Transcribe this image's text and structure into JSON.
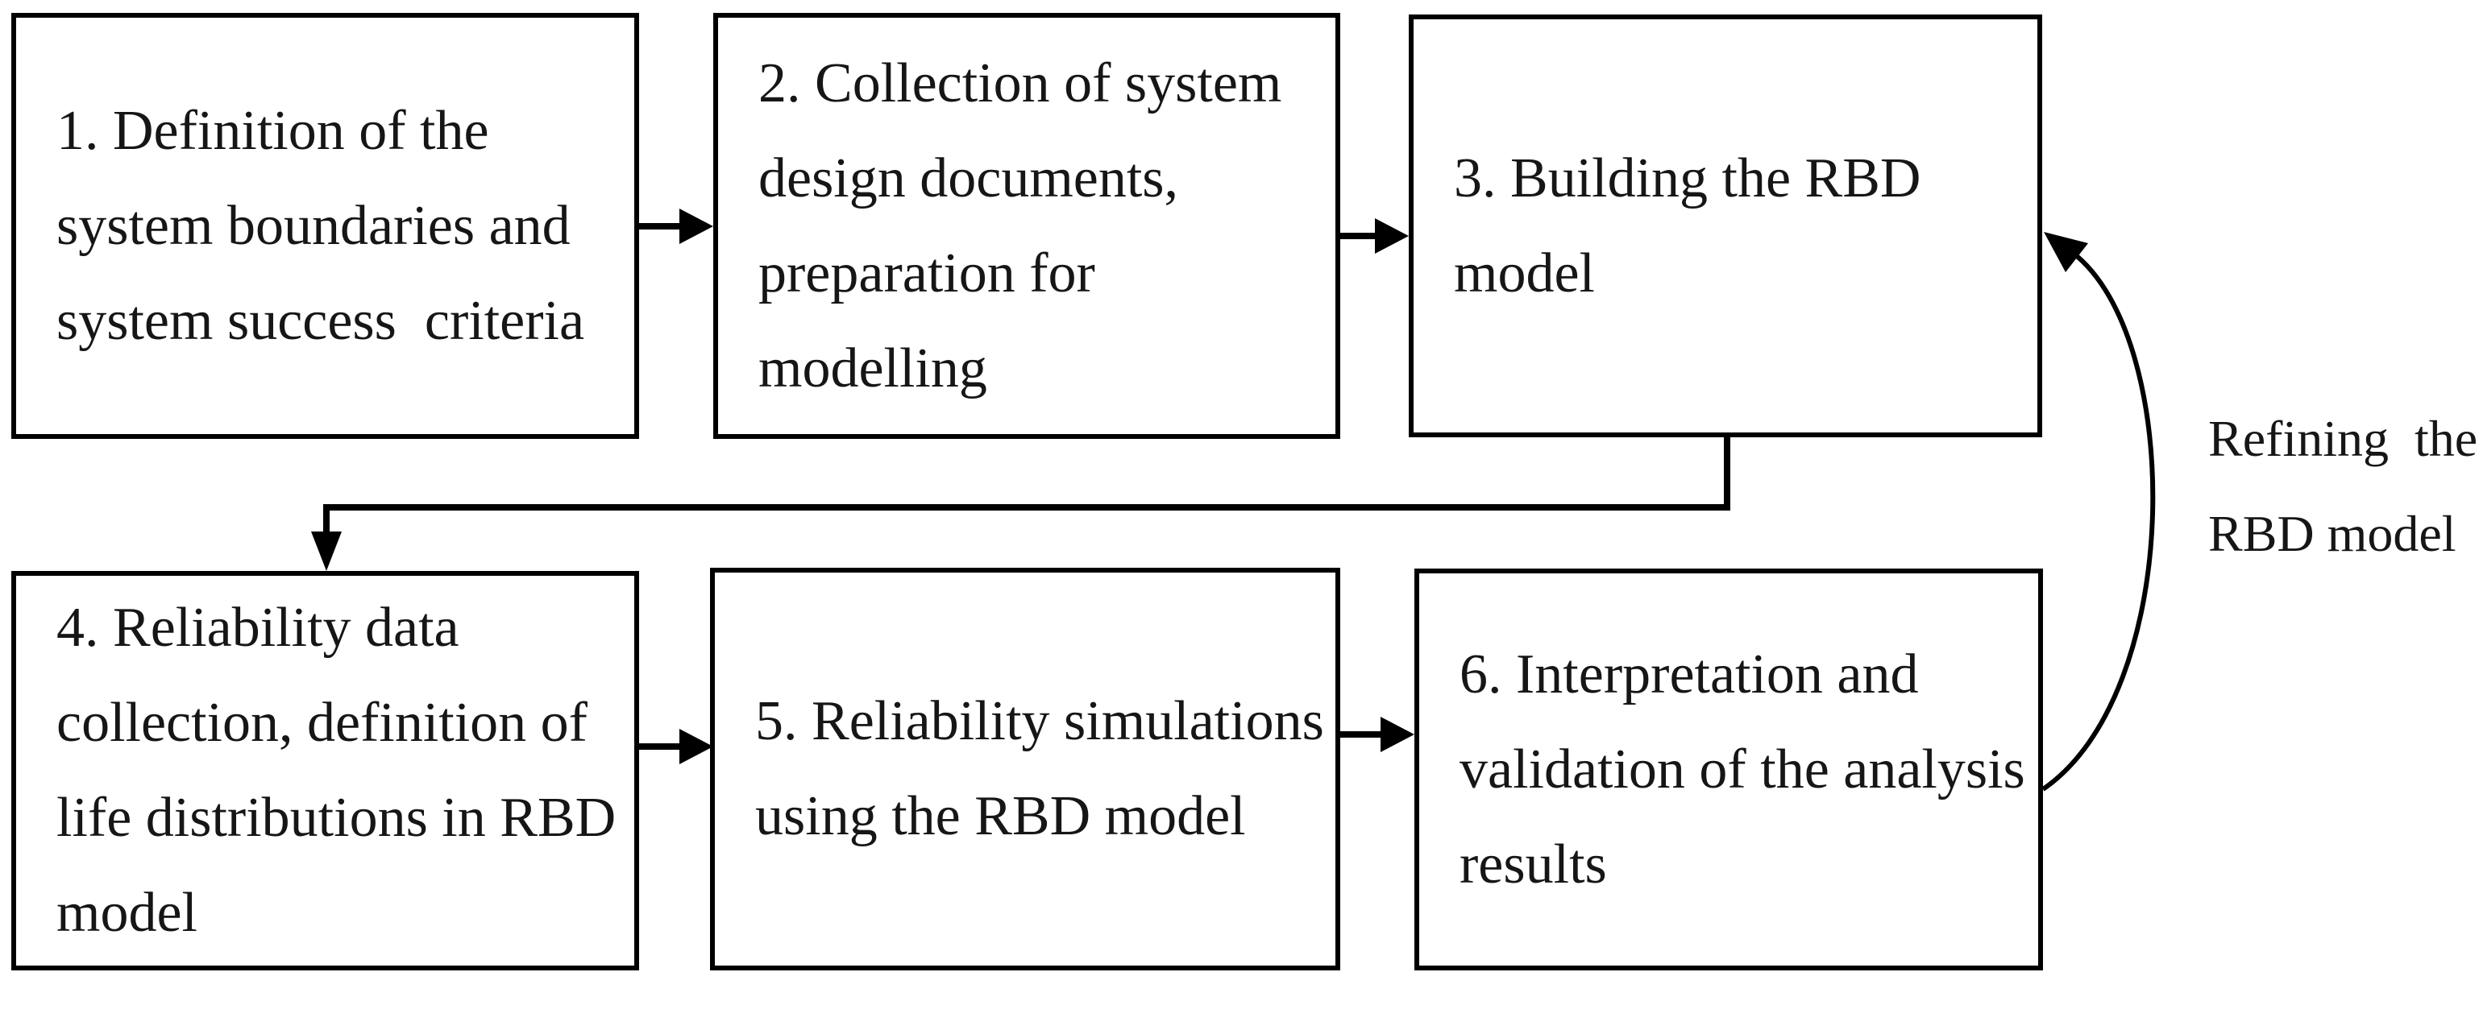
{
  "figure": {
    "type": "flowchart",
    "background_color": "#ffffff",
    "line_color": "#000000",
    "text_color": "#161616"
  },
  "boxes": [
    {
      "id": "1",
      "lines": [
        "1. Definition of the",
        "system boundaries and",
        "system success  criteria"
      ]
    },
    {
      "id": "2",
      "lines": [
        "2. Collection of system",
        "design documents,",
        "preparation for",
        "modelling"
      ]
    },
    {
      "id": "3",
      "lines": [
        "3. Building the RBD",
        "model"
      ]
    },
    {
      "id": "4",
      "lines": [
        "4. Reliability data",
        "collection, definition of",
        "life distributions in RBD",
        "model"
      ]
    },
    {
      "id": "5",
      "lines": [
        "5. Reliability simulations",
        "using the RBD model"
      ]
    },
    {
      "id": "6",
      "lines": [
        "6. Interpretation and",
        "validation of the analysis",
        "results"
      ]
    }
  ],
  "annotations": {
    "refine_label": {
      "line1": "Refining  the",
      "line2": "RBD model"
    }
  },
  "connections": [
    {
      "from": "1",
      "to": "2",
      "style": "straight-arrow"
    },
    {
      "from": "2",
      "to": "3",
      "style": "straight-arrow"
    },
    {
      "from": "3",
      "to": "4",
      "style": "elbow-arrow"
    },
    {
      "from": "4",
      "to": "5",
      "style": "straight-arrow"
    },
    {
      "from": "5",
      "to": "6",
      "style": "straight-arrow"
    },
    {
      "from": "6",
      "to": "3",
      "style": "curved-feedback-arrow",
      "label": "Refining the RBD model"
    }
  ]
}
